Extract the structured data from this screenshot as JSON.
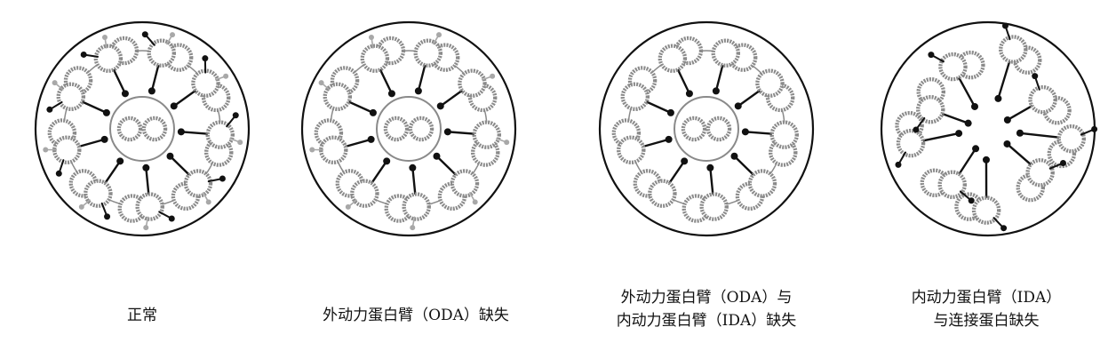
{
  "panels": [
    {
      "label_lines": [
        "正常"
      ],
      "has_oda": true,
      "has_ida": true,
      "has_central_pair": true,
      "organized": true
    },
    {
      "label_lines": [
        "外动力蛋白臂（ODA）缺失"
      ],
      "has_oda": false,
      "has_ida": true,
      "has_central_pair": true,
      "organized": true
    },
    {
      "label_lines": [
        "外动力蛋白臂（ODA）与",
        "内动力蛋白臂（IDA）缺失"
      ],
      "has_oda": false,
      "has_ida": false,
      "has_central_pair": true,
      "organized": true
    },
    {
      "label_lines": [
        "内动力蛋白臂（IDA）",
        "与连接蛋白缺失"
      ],
      "has_oda": true,
      "has_ida": false,
      "has_central_pair": false,
      "organized": false
    }
  ],
  "colors": {
    "outline": "#111111",
    "tubule": "#8a8a8a",
    "ida": "#a8a8a8",
    "spoke": "#111111"
  }
}
